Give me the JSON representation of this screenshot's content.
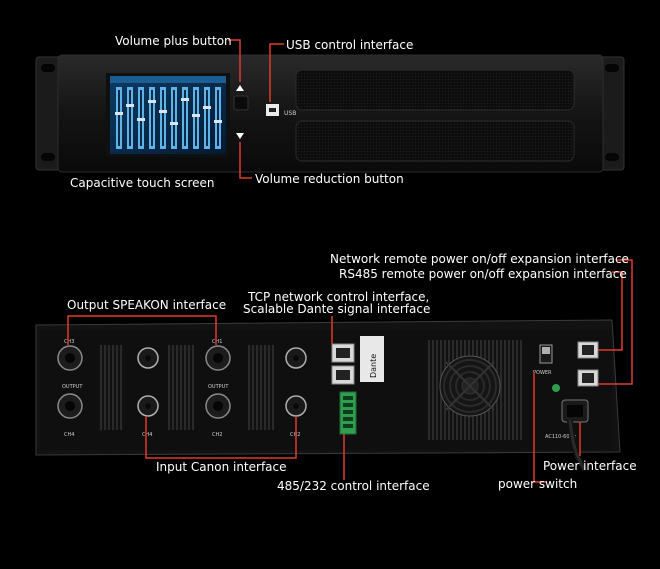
{
  "front_panel": {
    "labels": {
      "volume_plus": "Volume plus button",
      "usb_control": "USB control interface",
      "touch_screen": "Capacitive touch screen",
      "volume_reduction": "Volume reduction button"
    },
    "usb_silkscreen": "USB"
  },
  "rear_panel": {
    "labels": {
      "network_power": "Network remote power on/off expansion interface",
      "rs485_power": "RS485 remote power on/off expansion interface",
      "output_speakon": "Output SPEAKON interface",
      "tcp_line1": "TCP network control interface,",
      "tcp_line2": "Scalable Dante signal interface",
      "input_canon": "Input Canon interface",
      "control_485_232": "485/232 control interface",
      "power_interface": "Power interface",
      "power_switch": "power switch"
    },
    "silkscreen": {
      "ch1": "CH1",
      "ch2": "CH2",
      "ch3": "CH3",
      "ch4": "CH4",
      "output": "OUTPUT",
      "dante": "Dante",
      "power": "POWER",
      "ac": "AC110-60Hz"
    }
  },
  "colors": {
    "accent_line": "#e03a2c",
    "background": "#000000",
    "chassis": "#151515"
  }
}
